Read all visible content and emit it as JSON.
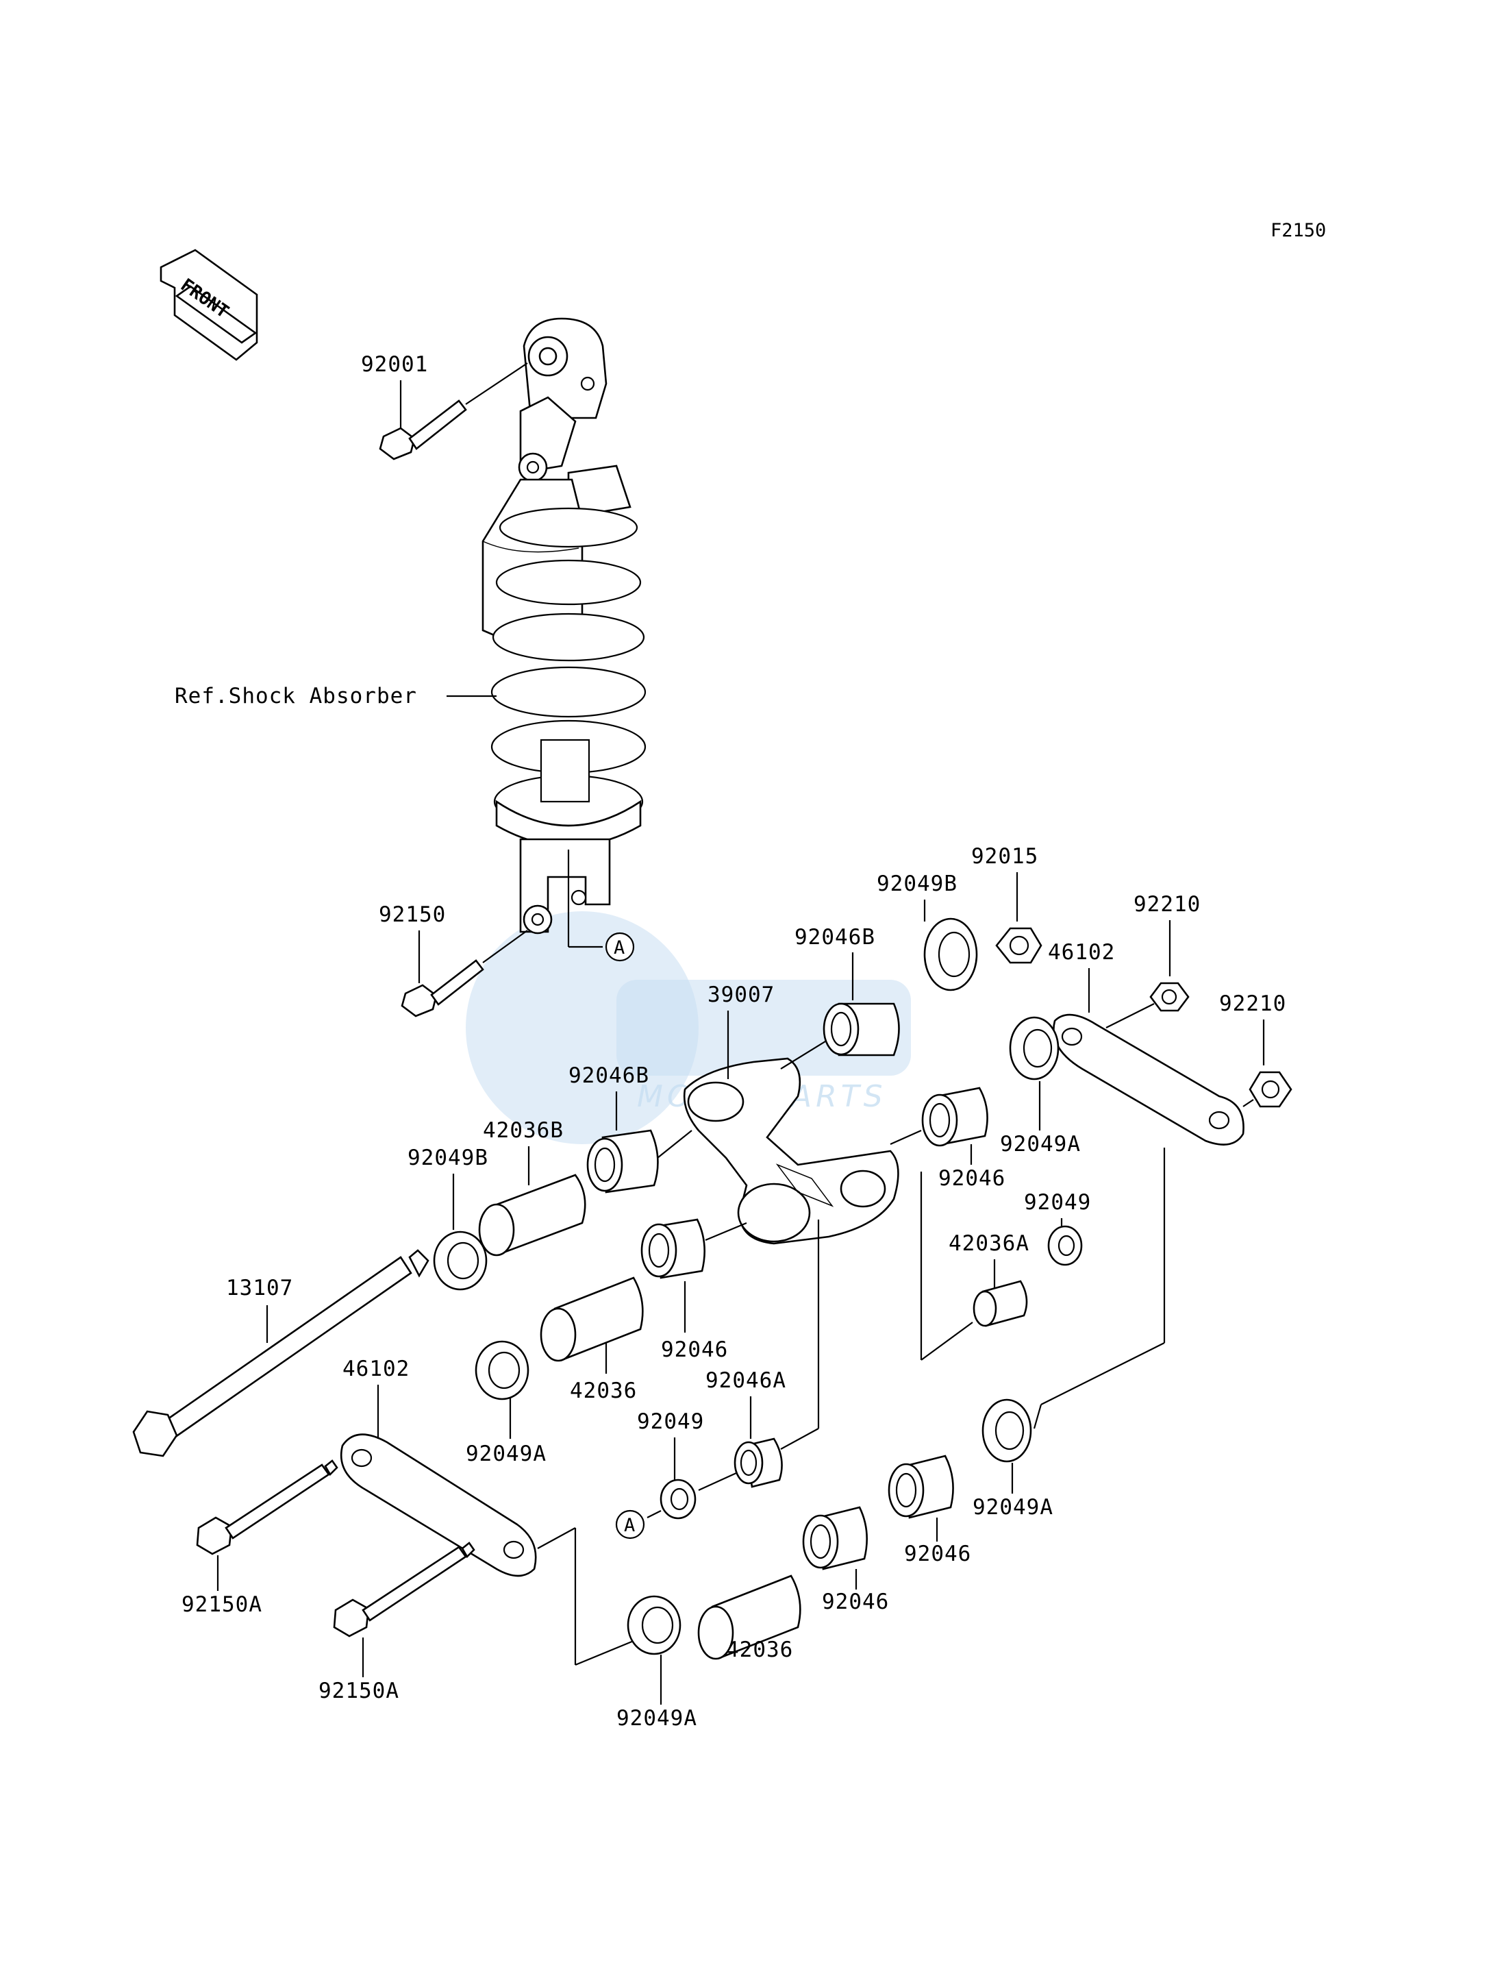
{
  "diagram_code": "F2150",
  "front_label": "FRONT",
  "ref_label": "Ref.Shock Absorber",
  "ref_marker": "A",
  "watermark": "MOTORPARTS",
  "labels": {
    "p92001": "92001",
    "p92150": "92150",
    "p92049B_top": "92049B",
    "p92015": "92015",
    "p92210_a": "92210",
    "p46102_right": "46102",
    "p92210_b": "92210",
    "p92046B_top": "92046B",
    "p39007": "39007",
    "p92046B_mid": "92046B",
    "p42036B": "42036B",
    "p92049B_left": "92049B",
    "p92049A_right_upper": "92049A",
    "p92046_right_upper": "92046",
    "p92049_right": "92049",
    "p42036A": "42036A",
    "p13107": "13107",
    "p92046_center": "92046",
    "p42036_center": "42036",
    "p46102_left": "46102",
    "p92049A_left": "92049A",
    "p92046A": "92046A",
    "p92049_center": "92049",
    "p92049A_right_lower": "92049A",
    "p92046_lower_right": "92046",
    "p92046_lower_mid": "92046",
    "p42036_lower": "42036",
    "p92150A_upper": "92150A",
    "p92150A_lower": "92150A",
    "p92049A_bottom": "92049A"
  }
}
